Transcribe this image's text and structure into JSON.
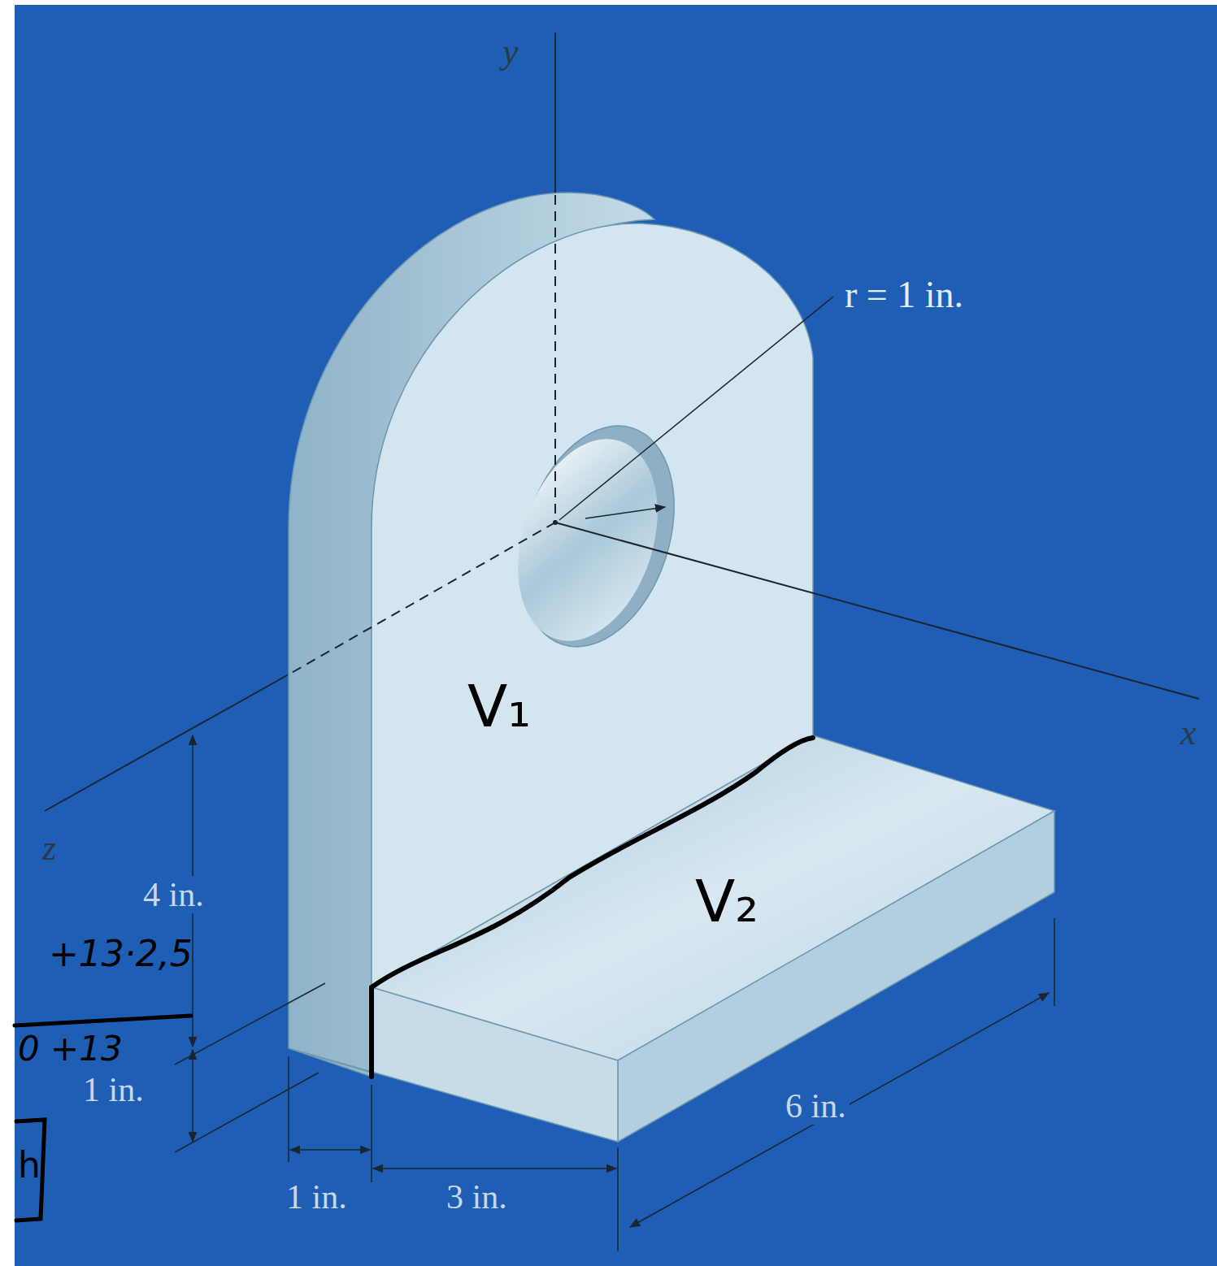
{
  "diagram": {
    "labels": [
      "y",
      "r = 1 in.",
      "x",
      "z",
      "V₁",
      "V₂",
      "4 in.",
      "+13·2,5",
      "0 +13",
      "1 in.",
      "h",
      "1 in.",
      "3 in.",
      "6 in."
    ]
  }
}
